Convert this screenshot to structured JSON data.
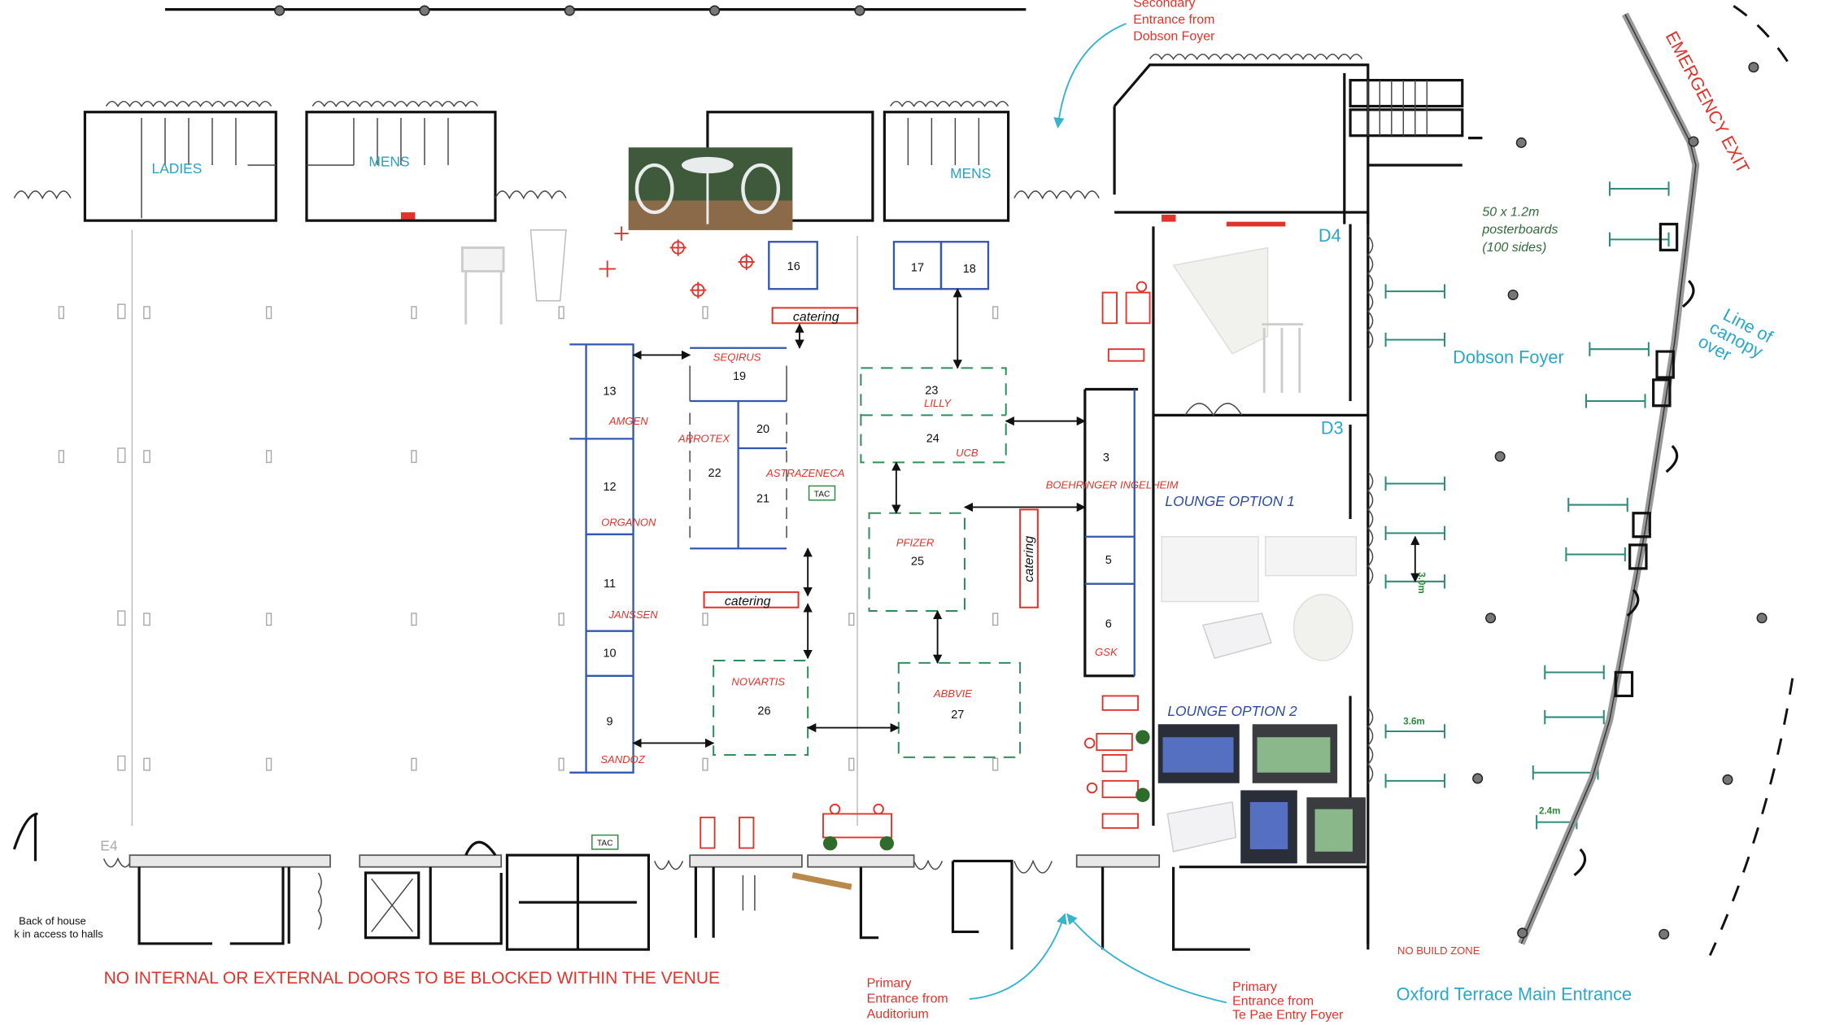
{
  "rooms": {
    "ladies": "LADIES",
    "mens_1": "MENS",
    "mens_2": "MENS",
    "e4": "E4",
    "d4": "D4",
    "d3": "D3"
  },
  "booths": [
    {
      "number": "13",
      "sponsor": "AMGEN"
    },
    {
      "number": "12",
      "sponsor": "ORGANON"
    },
    {
      "number": "11",
      "sponsor": "JANSSEN"
    },
    {
      "number": "10",
      "sponsor": ""
    },
    {
      "number": "9",
      "sponsor": "SANDOZ"
    },
    {
      "number": "19",
      "sponsor": "SEQIRUS"
    },
    {
      "number": "22",
      "sponsor": "ARROTEX"
    },
    {
      "number": "20",
      "sponsor": ""
    },
    {
      "number": "21",
      "sponsor": "ASTRAZENECA"
    },
    {
      "number": "16",
      "sponsor": ""
    },
    {
      "number": "17",
      "sponsor": ""
    },
    {
      "number": "18",
      "sponsor": ""
    },
    {
      "number": "23",
      "sponsor": "LILLY"
    },
    {
      "number": "24",
      "sponsor": "UCB"
    },
    {
      "number": "3",
      "sponsor": "BOEHRINGER INGELHEIM"
    },
    {
      "number": "5",
      "sponsor": ""
    },
    {
      "number": "6",
      "sponsor": "GSK"
    },
    {
      "number": "25",
      "sponsor": "PFIZER"
    },
    {
      "number": "26",
      "sponsor": "NOVARTIS"
    },
    {
      "number": "27",
      "sponsor": "ABBVIE"
    }
  ],
  "catering_label": "catering",
  "tac_label": "TAC",
  "lounge": {
    "option_1": "LOUNGE OPTION 1",
    "option_2": "LOUNGE OPTION 2"
  },
  "foyer": {
    "dobson": "Dobson Foyer",
    "posterboards": [
      "50 x 1.2m",
      "posterboards",
      "(100 sides)"
    ],
    "canopy": [
      "Line of",
      "canopy",
      "over"
    ],
    "emergency_exit": "EMERGENCY EXIT",
    "oxford": "Oxford Terrace Main Entrance",
    "no_build": "NO BUILD ZONE"
  },
  "dimensions": {
    "d1": "3.0m",
    "d2": "3.6m",
    "d3": "2.4m"
  },
  "notes": {
    "secondary_entrance": [
      "Secondary",
      "Entrance from",
      "Dobson Foyer"
    ],
    "primary_auditorium": [
      "Primary",
      "Entrance from",
      "Auditorium"
    ],
    "primary_tepae": [
      "Primary",
      "Entrance from",
      "Te Pae Entry Foyer"
    ],
    "back_of_house": [
      "Back of house",
      "k in access to halls"
    ],
    "doors_warning": "NO INTERNAL OR EXTERNAL DOORS TO BE BLOCKED WITHIN THE VENUE"
  },
  "colors": {
    "red": "#e0332b",
    "cyan": "#2aa7c9",
    "blue": "#3356b0",
    "green": "#2f8f5a"
  }
}
